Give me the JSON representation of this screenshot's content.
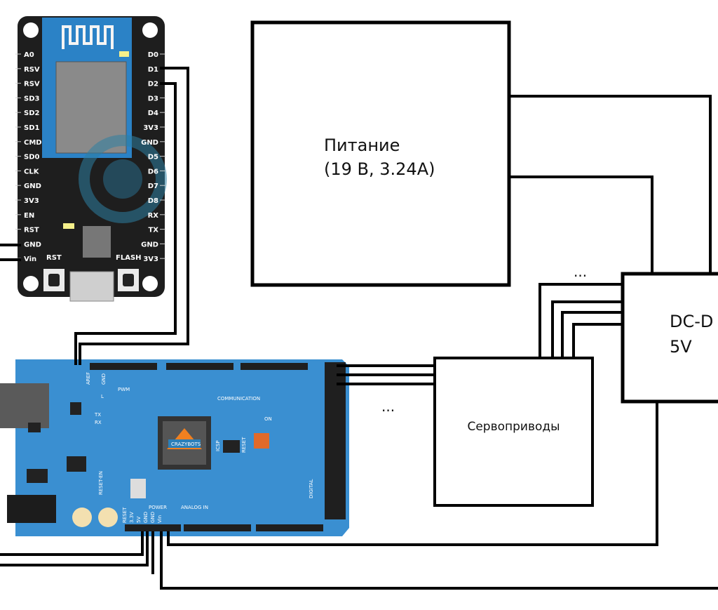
{
  "power": {
    "title": "Питание",
    "spec": "(19 В, 3.24А)"
  },
  "dcdc": {
    "title": "DC-D",
    "voltage": "5V"
  },
  "servo": {
    "title": "Сервоприводы"
  },
  "ellipsis": [
    "...",
    "..."
  ],
  "esp": {
    "left_pins": [
      "A0",
      "RSV",
      "RSV",
      "SD3",
      "SD2",
      "SD1",
      "CMD",
      "SD0",
      "CLK",
      "GND",
      "3V3",
      "EN",
      "RST",
      "GND",
      "Vin"
    ],
    "right_pins": [
      "D0",
      "D1",
      "D2",
      "D3",
      "D4",
      "3V3",
      "GND",
      "D5",
      "D6",
      "D7",
      "D8",
      "RX",
      "TX",
      "GND",
      "3V3"
    ],
    "buttons": [
      "RST",
      "FLASH"
    ]
  },
  "mega": {
    "labels": [
      "AREF",
      "GND",
      "PWM",
      "COMMUNICATION",
      "ON",
      "RESET",
      "ICSP",
      "POWER",
      "ANALOG IN",
      "DIGITAL",
      "RESET-EN",
      "TX",
      "RX",
      "L",
      "CRAZYBOTS"
    ],
    "power_pins": [
      "RESET",
      "3.3V",
      "5V",
      "GND",
      "GND",
      "Vin"
    ]
  },
  "colors": {
    "board_blue": "#3a8fd1",
    "esp_board": "#1c1c1c",
    "wire": "#000000"
  }
}
